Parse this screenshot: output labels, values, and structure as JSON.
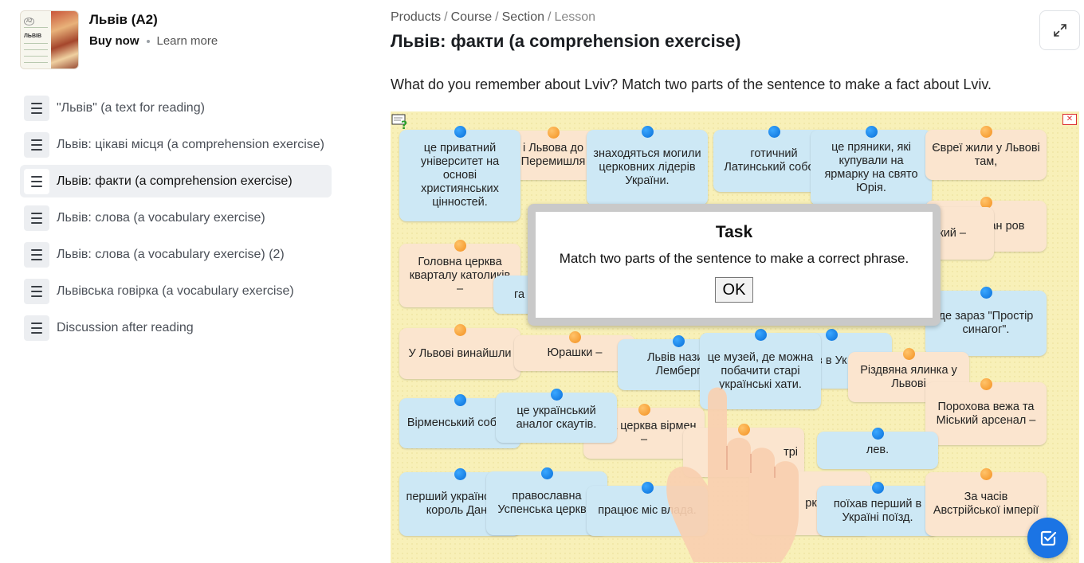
{
  "product": {
    "title": "Львів (A2)",
    "buy_now": "Buy now",
    "learn_more": "Learn more",
    "thumb_badge": "A2",
    "thumb_name": "ЛЬВІВ"
  },
  "lessons": [
    {
      "label": "\"Львів\" (a text for reading)",
      "active": false
    },
    {
      "label": "Львів: цікаві місця (a comprehension exercise)",
      "active": false
    },
    {
      "label": "Львів: факти (a comprehension exercise)",
      "active": true
    },
    {
      "label": "Львів: слова (a vocabulary exercise)",
      "active": false
    },
    {
      "label": "Львів: слова (a vocabulary exercise) (2)",
      "active": false
    },
    {
      "label": "Львівська говірка (a vocabulary exercise)",
      "active": false
    },
    {
      "label": "Discussion after reading",
      "active": false
    }
  ],
  "breadcrumb": {
    "products": "Products",
    "course": "Course",
    "section": "Section",
    "lesson": "Lesson",
    "sep": "/"
  },
  "lesson_title": "Львів: факти (a comprehension exercise)",
  "instruction": "What do you remember about Lviv? Match two parts of the sentence to make a fact about Lviv.",
  "cards": [
    {
      "text": "і Львова до Перемишля",
      "color": "orange"
    },
    {
      "text": "це приватний університет на основі християнських цінностей.",
      "color": "blue"
    },
    {
      "text": "знаходяться могили церковних лідерів України.",
      "color": "blue"
    },
    {
      "text": "готичний Латинський собор.",
      "color": "blue"
    },
    {
      "text": "це пряники, які купували на ярмарку на свято Юрія.",
      "color": "blue"
    },
    {
      "text": "Євреї жили у Львові там,",
      "color": "orange"
    },
    {
      "text": "ський Іван ров",
      "color": "orange"
    },
    {
      "text": "вський –",
      "color": "orange"
    },
    {
      "text": "Головна церква кварталу католиків –",
      "color": "orange"
    },
    {
      "text": "га",
      "color": "blue"
    },
    {
      "text": "де зараз \"Простір синагог\".",
      "color": "blue"
    },
    {
      "text": "У Львові винайшли",
      "color": "orange"
    },
    {
      "text": "Юрашки –",
      "color": "orange"
    },
    {
      "text": "Львів назив Лемберг",
      "color": "blue"
    },
    {
      "text": "це музей, де можна побачити старі українські хати.",
      "color": "blue"
    },
    {
      "text": "рукував в Ук книги.",
      "color": "blue"
    },
    {
      "text": "Різдвяна ялинка у Львові",
      "color": "orange"
    },
    {
      "text": "Вірменський собор.",
      "color": "blue"
    },
    {
      "text": "це український аналог скаутів.",
      "color": "blue"
    },
    {
      "text": "овна церква вірмен –",
      "color": "orange"
    },
    {
      "text": "Порохова вежа та Міський арсенал –",
      "color": "orange"
    },
    {
      "text": "трі",
      "color": "orange"
    },
    {
      "text": "лев.",
      "color": "blue"
    },
    {
      "text": "перший український король Дани",
      "color": "blue"
    },
    {
      "text": "православна Успенська церква.",
      "color": "blue"
    },
    {
      "text": "працює міс влада.",
      "color": "blue"
    },
    {
      "text": "ркова у и –",
      "color": "orange"
    },
    {
      "text": "поїхав перший в Україні поїзд.",
      "color": "blue"
    },
    {
      "text": "За часів Австрійської імперії",
      "color": "orange"
    }
  ],
  "modal": {
    "title": "Task",
    "text": "Match two parts of the sentence to make a correct phrase.",
    "ok": "OK"
  }
}
